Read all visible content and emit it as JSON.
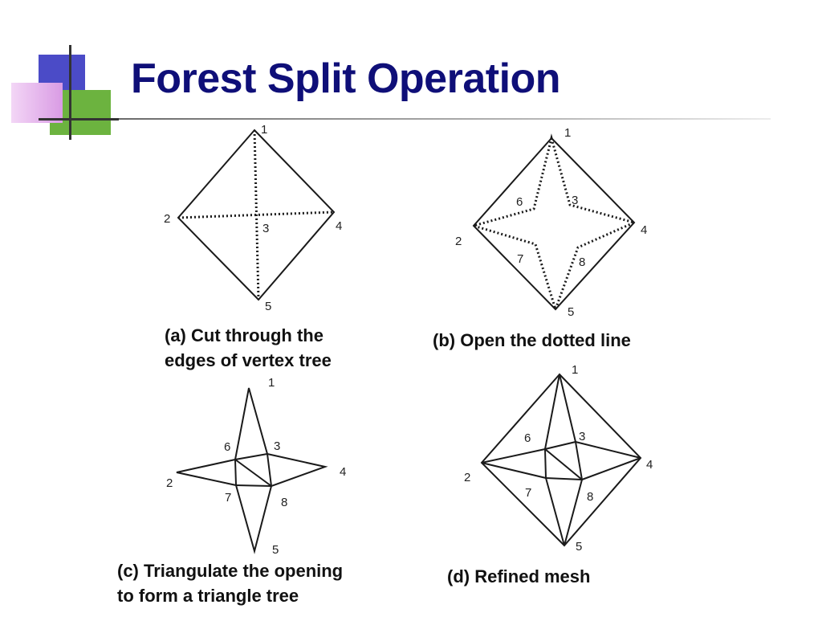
{
  "slide": {
    "title": "Forest Split Operation"
  },
  "figures": {
    "a": {
      "caption": [
        "(a) Cut through the",
        "edges of vertex tree"
      ],
      "labels": [
        "1",
        "2",
        "3",
        "4",
        "5"
      ]
    },
    "b": {
      "caption": [
        "(b) Open the dotted line"
      ],
      "labels": [
        "1",
        "2",
        "3",
        "4",
        "5",
        "6",
        "7",
        "8"
      ]
    },
    "c": {
      "caption": [
        "(c) Triangulate the opening",
        "to form a triangle tree"
      ],
      "labels": [
        "1",
        "2",
        "3",
        "4",
        "5",
        "6",
        "7",
        "8"
      ]
    },
    "d": {
      "caption": [
        "(d) Refined mesh"
      ],
      "labels": [
        "1",
        "2",
        "3",
        "4",
        "5",
        "6",
        "7",
        "8"
      ]
    }
  },
  "colors": {
    "title": "#0f0f78",
    "deco_blue": "#4b4bc7",
    "deco_green": "#6cb33f",
    "deco_pink": "#d99be4"
  }
}
